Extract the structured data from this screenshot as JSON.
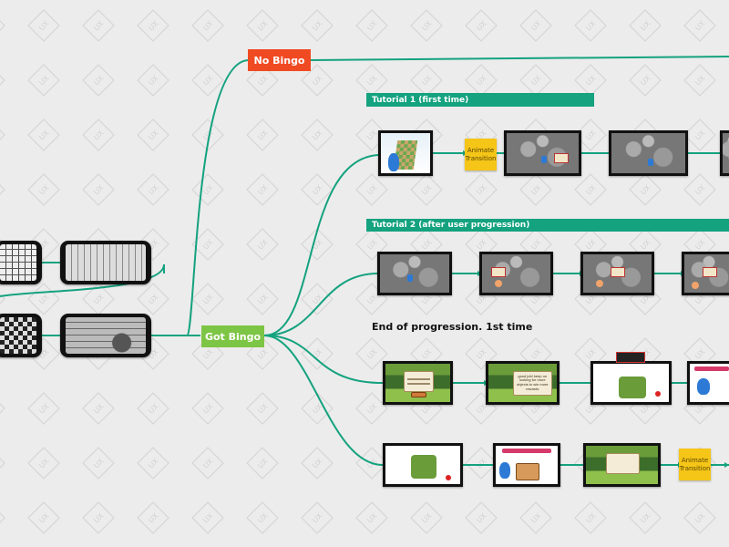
{
  "watermark": {
    "glyph": "UX",
    "color": "#d9d9d9"
  },
  "colors": {
    "connector": "#14a27f",
    "no_bingo": "#f04a23",
    "got_bingo": "#7dc544",
    "banner": "#14a27f",
    "sticky": "#f5c518"
  },
  "nodes": {
    "no_bingo": "No Bingo",
    "got_bingo": "Got Bingo"
  },
  "banners": {
    "tutorial_1": "Tutorial 1 (first time)",
    "tutorial_2": "Tutorial 2 (after user progression)"
  },
  "headings": {
    "end_progression": "End of progression. 1st time"
  },
  "sticky_notes": {
    "animate_1": "Animate\nTransition",
    "animate_2": "Animate\nTransition"
  },
  "screen_text": {
    "speech_1": "good job! keep on looking for more objects to win more rewards"
  }
}
